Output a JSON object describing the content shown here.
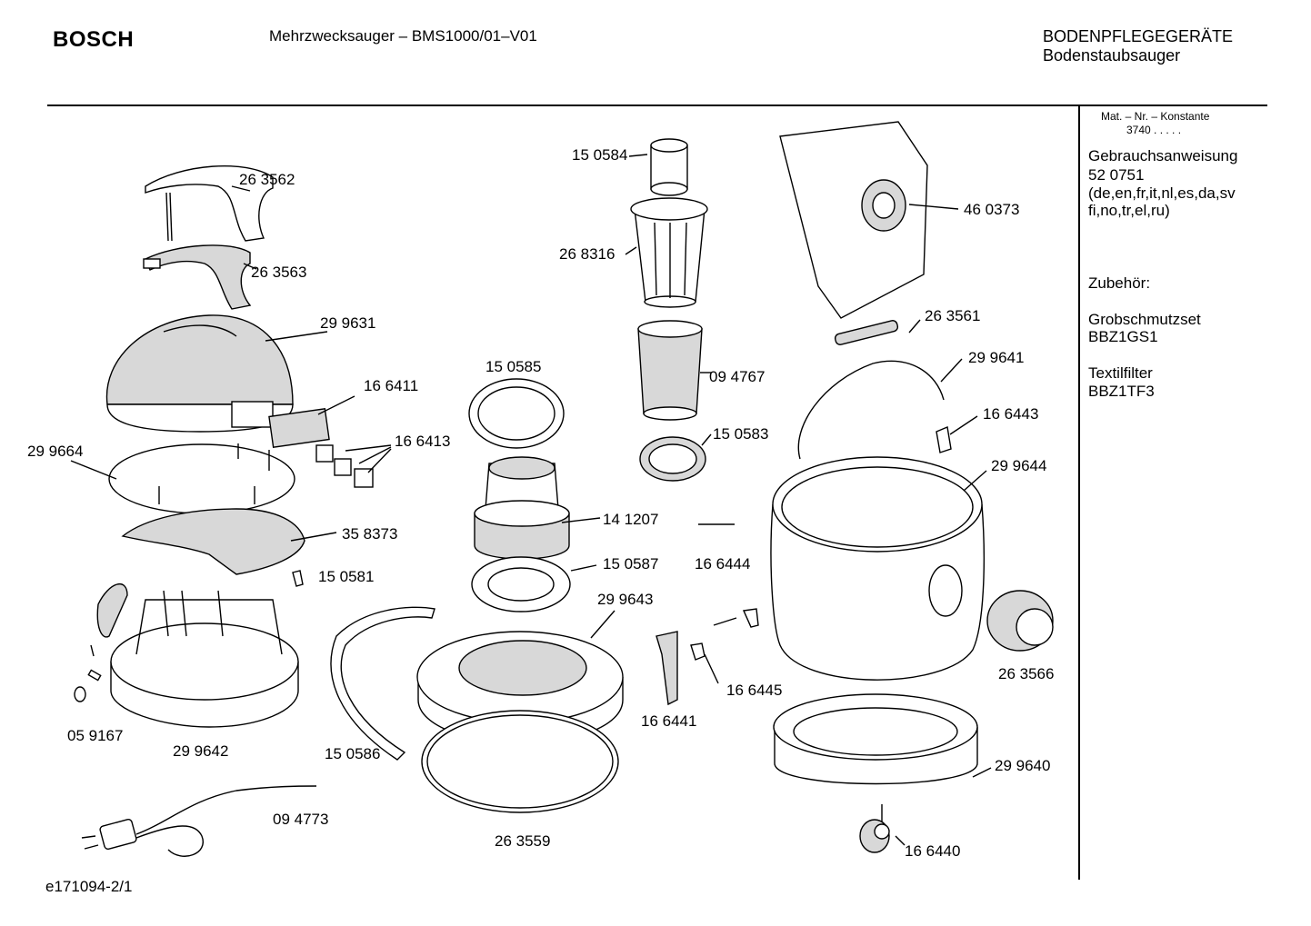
{
  "header": {
    "brand": "BOSCH",
    "model_title": "Mehrzwecksauger – BMS1000/01–V01",
    "category_line1": "BODENPFLEGEGERÄTE",
    "category_line2": "Bodenstaubsauger"
  },
  "sidebar": {
    "mat_header": "Mat. – Nr. – Konstante",
    "mat_value": "3740  .   .   .   .   .",
    "manual_title": "Gebrauchsanweisung",
    "manual_number": "52 0751",
    "manual_langs_1": "(de,en,fr,it,nl,es,da,sv",
    "manual_langs_2": "fi,no,tr,el,ru)",
    "accessories_title": "Zubehör:",
    "acc1_name": "Grobschmutzset",
    "acc1_code": "BBZ1GS1",
    "acc2_name": "Textilfilter",
    "acc2_code": "BBZ1TF3"
  },
  "parts": {
    "p_263562": "26 3562",
    "p_263563": "26 3563",
    "p_299631": "29 9631",
    "p_166411": "16 6411",
    "p_166413": "16 6413",
    "p_299664": "29 9664",
    "p_358373": "35 8373",
    "p_150581": "15 0581",
    "p_059167": "05 9167",
    "p_299642": "29 9642",
    "p_150586": "15 0586",
    "p_094773": "09 4773",
    "p_150584": "15 0584",
    "p_268316": "26 8316",
    "p_094767": "09 4767",
    "p_150583": "15 0583",
    "p_150585": "15 0585",
    "p_141207": "14 1207",
    "p_150587": "15 0587",
    "p_299643": "29 9643",
    "p_263559": "26 3559",
    "p_166444": "16 6444",
    "p_166445": "16 6445",
    "p_166441": "16 6441",
    "p_460373": "46 0373",
    "p_263561": "26 3561",
    "p_299641": "29 9641",
    "p_166443": "16 6443",
    "p_299644": "29 9644",
    "p_263566": "26 3566",
    "p_299640": "29 9640",
    "p_166440": "16 6440"
  },
  "footer": {
    "drawing_id": "e171094-2/1"
  }
}
